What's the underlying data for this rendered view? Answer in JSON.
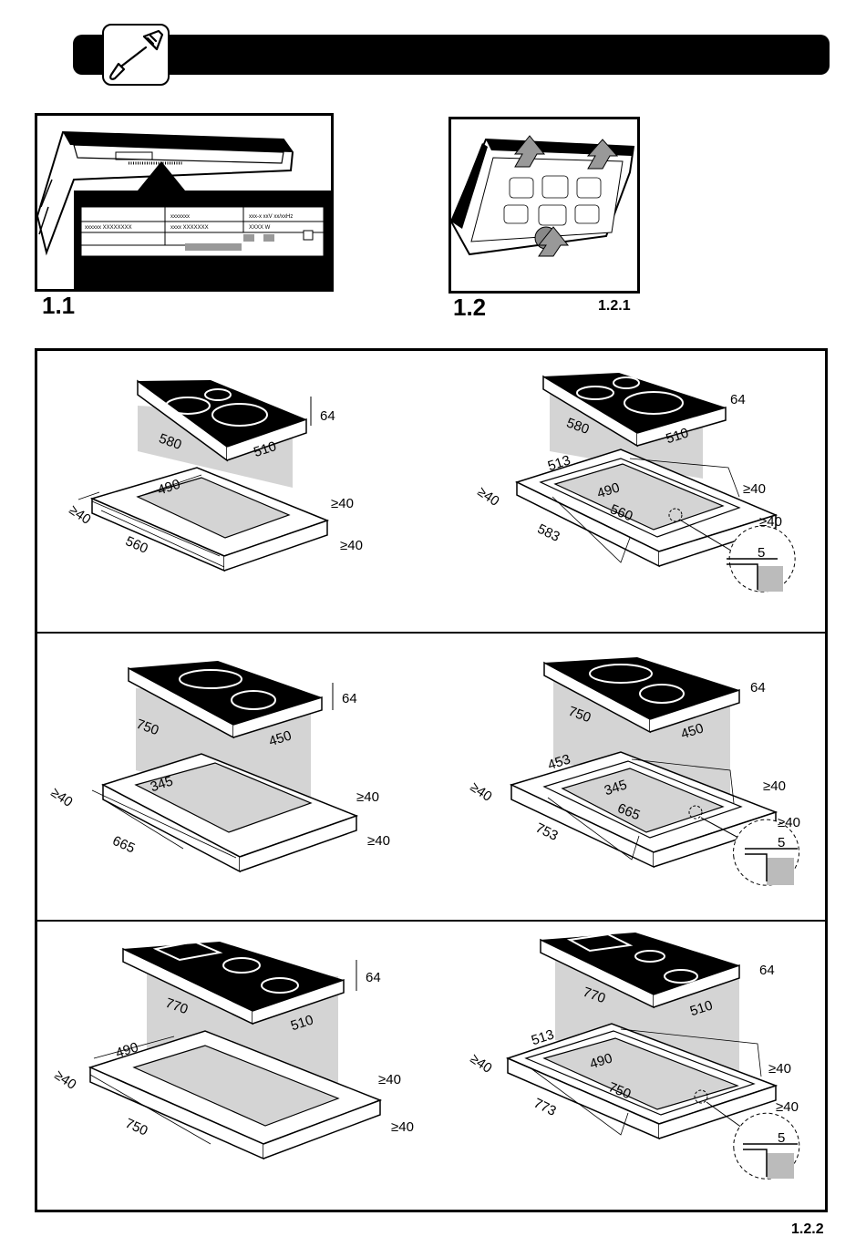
{
  "header": {
    "icon": "screwdriver-icon"
  },
  "fig_1_1": {
    "label": "1.1",
    "plate": {
      "row1": [
        "xxxxxxx",
        "xxx-x xxV xx/xxHz"
      ],
      "row2": [
        "xxxxxx XXXXXXXX",
        "xxxx XXXXXXX",
        "XXXX W"
      ]
    }
  },
  "fig_1_2": {
    "label": "1.2",
    "sublabel": "1.2.1"
  },
  "fig_1_2_2": {
    "label": "1.2.2",
    "rows": [
      {
        "left": {
          "depth": "580",
          "width": "510",
          "height": "64",
          "cut_w": "490",
          "cut_d": "560",
          "c1": "≥40",
          "c2": "≥40",
          "c3": "≥40"
        },
        "right": {
          "depth": "580",
          "width": "510",
          "height": "64",
          "frame_w": "513",
          "frame_d": "583",
          "cut_w": "490",
          "cut_d": "560",
          "c1": "≥40",
          "c2": "≥40",
          "c3": "≥40",
          "detail": "5"
        }
      },
      {
        "left": {
          "depth": "750",
          "width": "450",
          "height": "64",
          "cut_w": "345",
          "cut_d": "665",
          "c1": "≥40",
          "c2": "≥40",
          "c3": "≥40"
        },
        "right": {
          "depth": "750",
          "width": "450",
          "height": "64",
          "frame_w": "453",
          "frame_d": "753",
          "cut_w": "345",
          "cut_d": "665",
          "c1": "≥40",
          "c2": "≥40",
          "c3": "≥40",
          "detail": "5"
        }
      },
      {
        "left": {
          "depth": "770",
          "width": "510",
          "height": "64",
          "cut_w": "490",
          "cut_d": "750",
          "c1": "≥40",
          "c2": "≥40",
          "c3": "≥40"
        },
        "right": {
          "depth": "770",
          "width": "510",
          "height": "64",
          "frame_w": "513",
          "frame_d": "773",
          "cut_w": "490",
          "cut_d": "750",
          "c1": "≥40",
          "c2": "≥40",
          "c3": "≥40",
          "detail": "5"
        }
      }
    ]
  }
}
